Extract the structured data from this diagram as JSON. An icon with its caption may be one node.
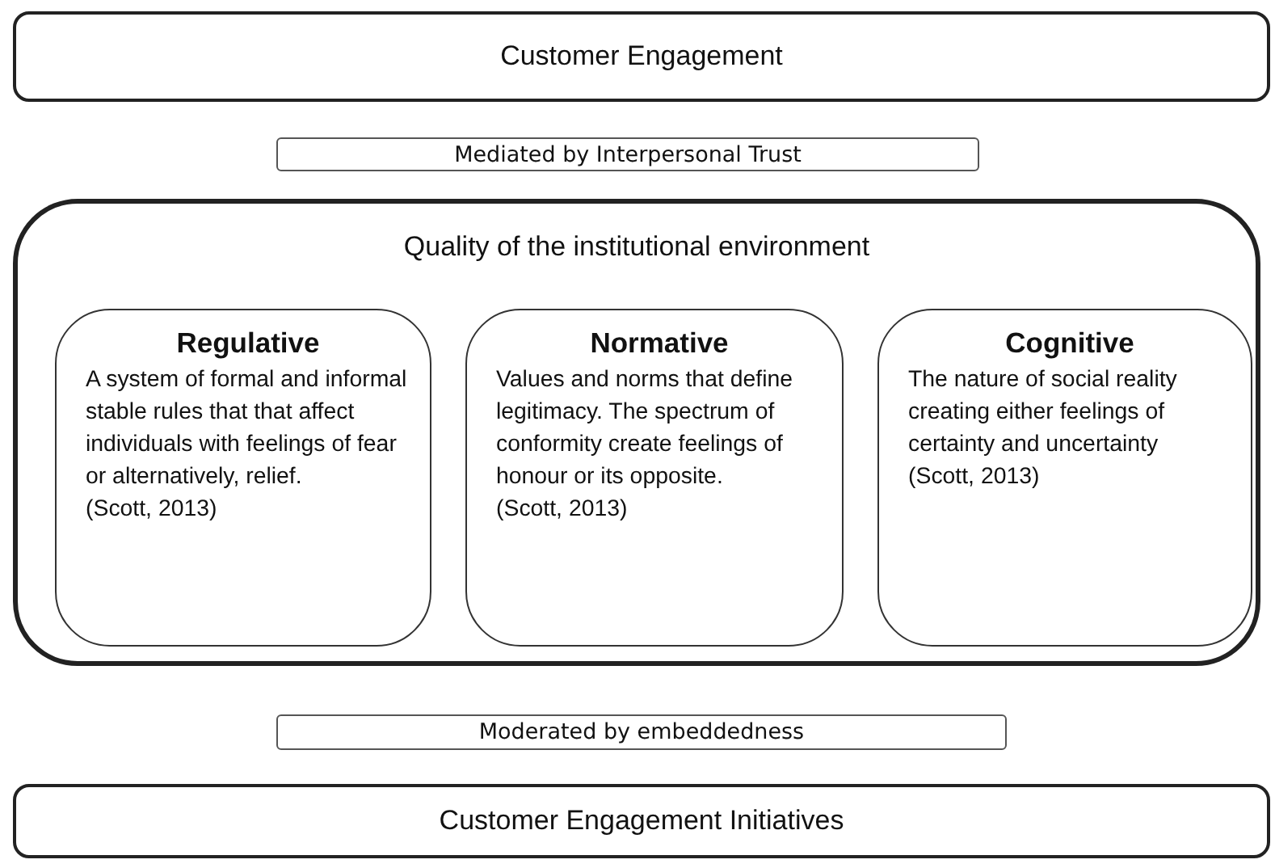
{
  "diagram": {
    "nodes": [
      {
        "text": [
          "Customer Engagement"
        ]
      },
      {
        "text": [
          "Mediated by Interpersonal Trust"
        ]
      },
      {
        "text": [
          "Quality of the institutional environment"
        ]
      },
      {
        "text": [
          "Regulative",
          "A system of formal and informal stable rules that that affect individuals with feelings of fear or alternatively, relief.",
          "(Scott, 2013)"
        ],
        "in": 2
      },
      {
        "text": [
          "Normative",
          "Values and norms that define legitimacy. The spectrum of conformity create feelings of honour or its opposite.",
          "(Scott, 2013)"
        ],
        "in": 2
      },
      {
        "text": [
          "Cognitive",
          "The nature of social reality creating either feelings of certainty and uncertainty",
          "(Scott, 2013)"
        ],
        "in": 2
      },
      {
        "text": [
          "Moderated by embeddedness"
        ]
      },
      {
        "text": [
          "Customer Engagement Initiatives"
        ]
      }
    ]
  }
}
